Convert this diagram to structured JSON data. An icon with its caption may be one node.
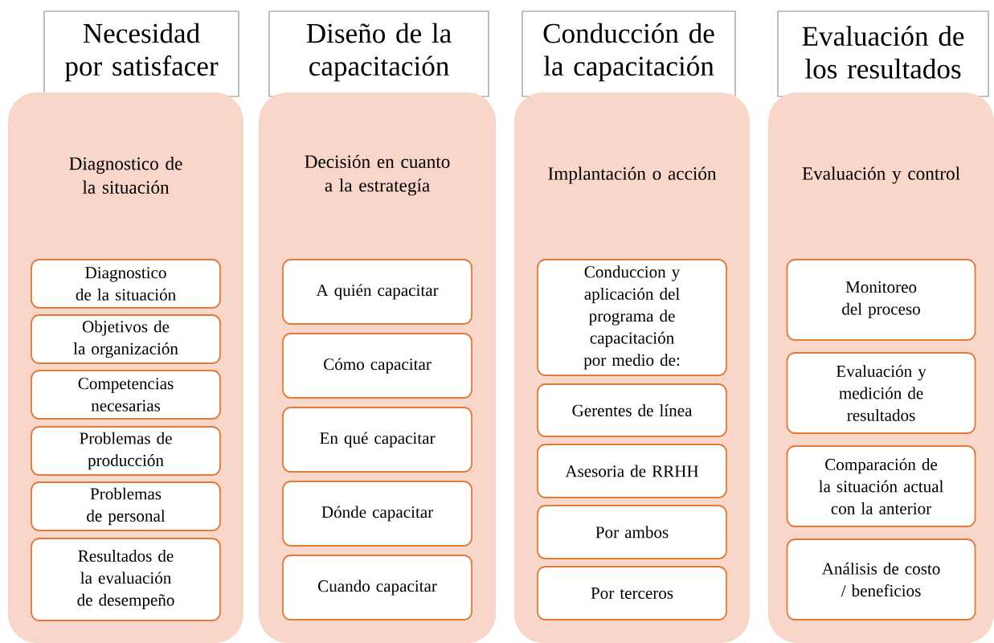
{
  "diagram": {
    "nodes": [
      {
        "text": [
          "Necesidad por satisfacer"
        ]
      },
      {
        "text": [
          "Diagnostico de la situación"
        ]
      },
      {
        "text": [
          "Diagnostico de la situación"
        ],
        "in": 1
      },
      {
        "text": [
          "Objetivos de la organización"
        ],
        "in": 1
      },
      {
        "text": [
          "Competencias necesarias"
        ],
        "in": 1
      },
      {
        "text": [
          "Problemas de producción"
        ],
        "in": 1
      },
      {
        "text": [
          "Problemas de personal"
        ],
        "in": 1
      },
      {
        "text": [
          "Resultados de la evaluación de desempeño"
        ],
        "in": 1
      },
      {
        "text": [
          "Diseño de la capacitación"
        ]
      },
      {
        "text": [
          "Decisión en cuanto a la estrategía"
        ]
      },
      {
        "text": [
          "A quién capacitar"
        ],
        "in": 9
      },
      {
        "text": [
          "Cómo capacitar"
        ],
        "in": 9
      },
      {
        "text": [
          "En qué capacitar"
        ],
        "in": 9
      },
      {
        "text": [
          "Dónde capacitar"
        ],
        "in": 9
      },
      {
        "text": [
          "Cuando capacitar"
        ],
        "in": 9
      },
      {
        "text": [
          "Conducción de la capacitación"
        ]
      },
      {
        "text": [
          "Implantación o acción"
        ]
      },
      {
        "text": [
          "Conduccion y aplicación del programa de capacitación por medio de:"
        ],
        "in": 16
      },
      {
        "text": [
          "Gerentes de línea"
        ],
        "in": 16
      },
      {
        "text": [
          "Asesoria de RRHH"
        ],
        "in": 16
      },
      {
        "text": [
          "Por ambos"
        ],
        "in": 16
      },
      {
        "text": [
          "Por terceros"
        ],
        "in": 16
      },
      {
        "text": [
          "Evaluación de los resultados"
        ]
      },
      {
        "text": [
          "Evaluación y control"
        ]
      },
      {
        "text": [
          "Monitoreo del proceso"
        ],
        "in": 23
      },
      {
        "text": [
          "Evaluación y medición de resultados"
        ],
        "in": 23
      },
      {
        "text": [
          "Comparación de la situación actual con la anterior"
        ],
        "in": 23
      },
      {
        "text": [
          "Análisis de costo / beneficios"
        ],
        "in": 23
      }
    ]
  }
}
